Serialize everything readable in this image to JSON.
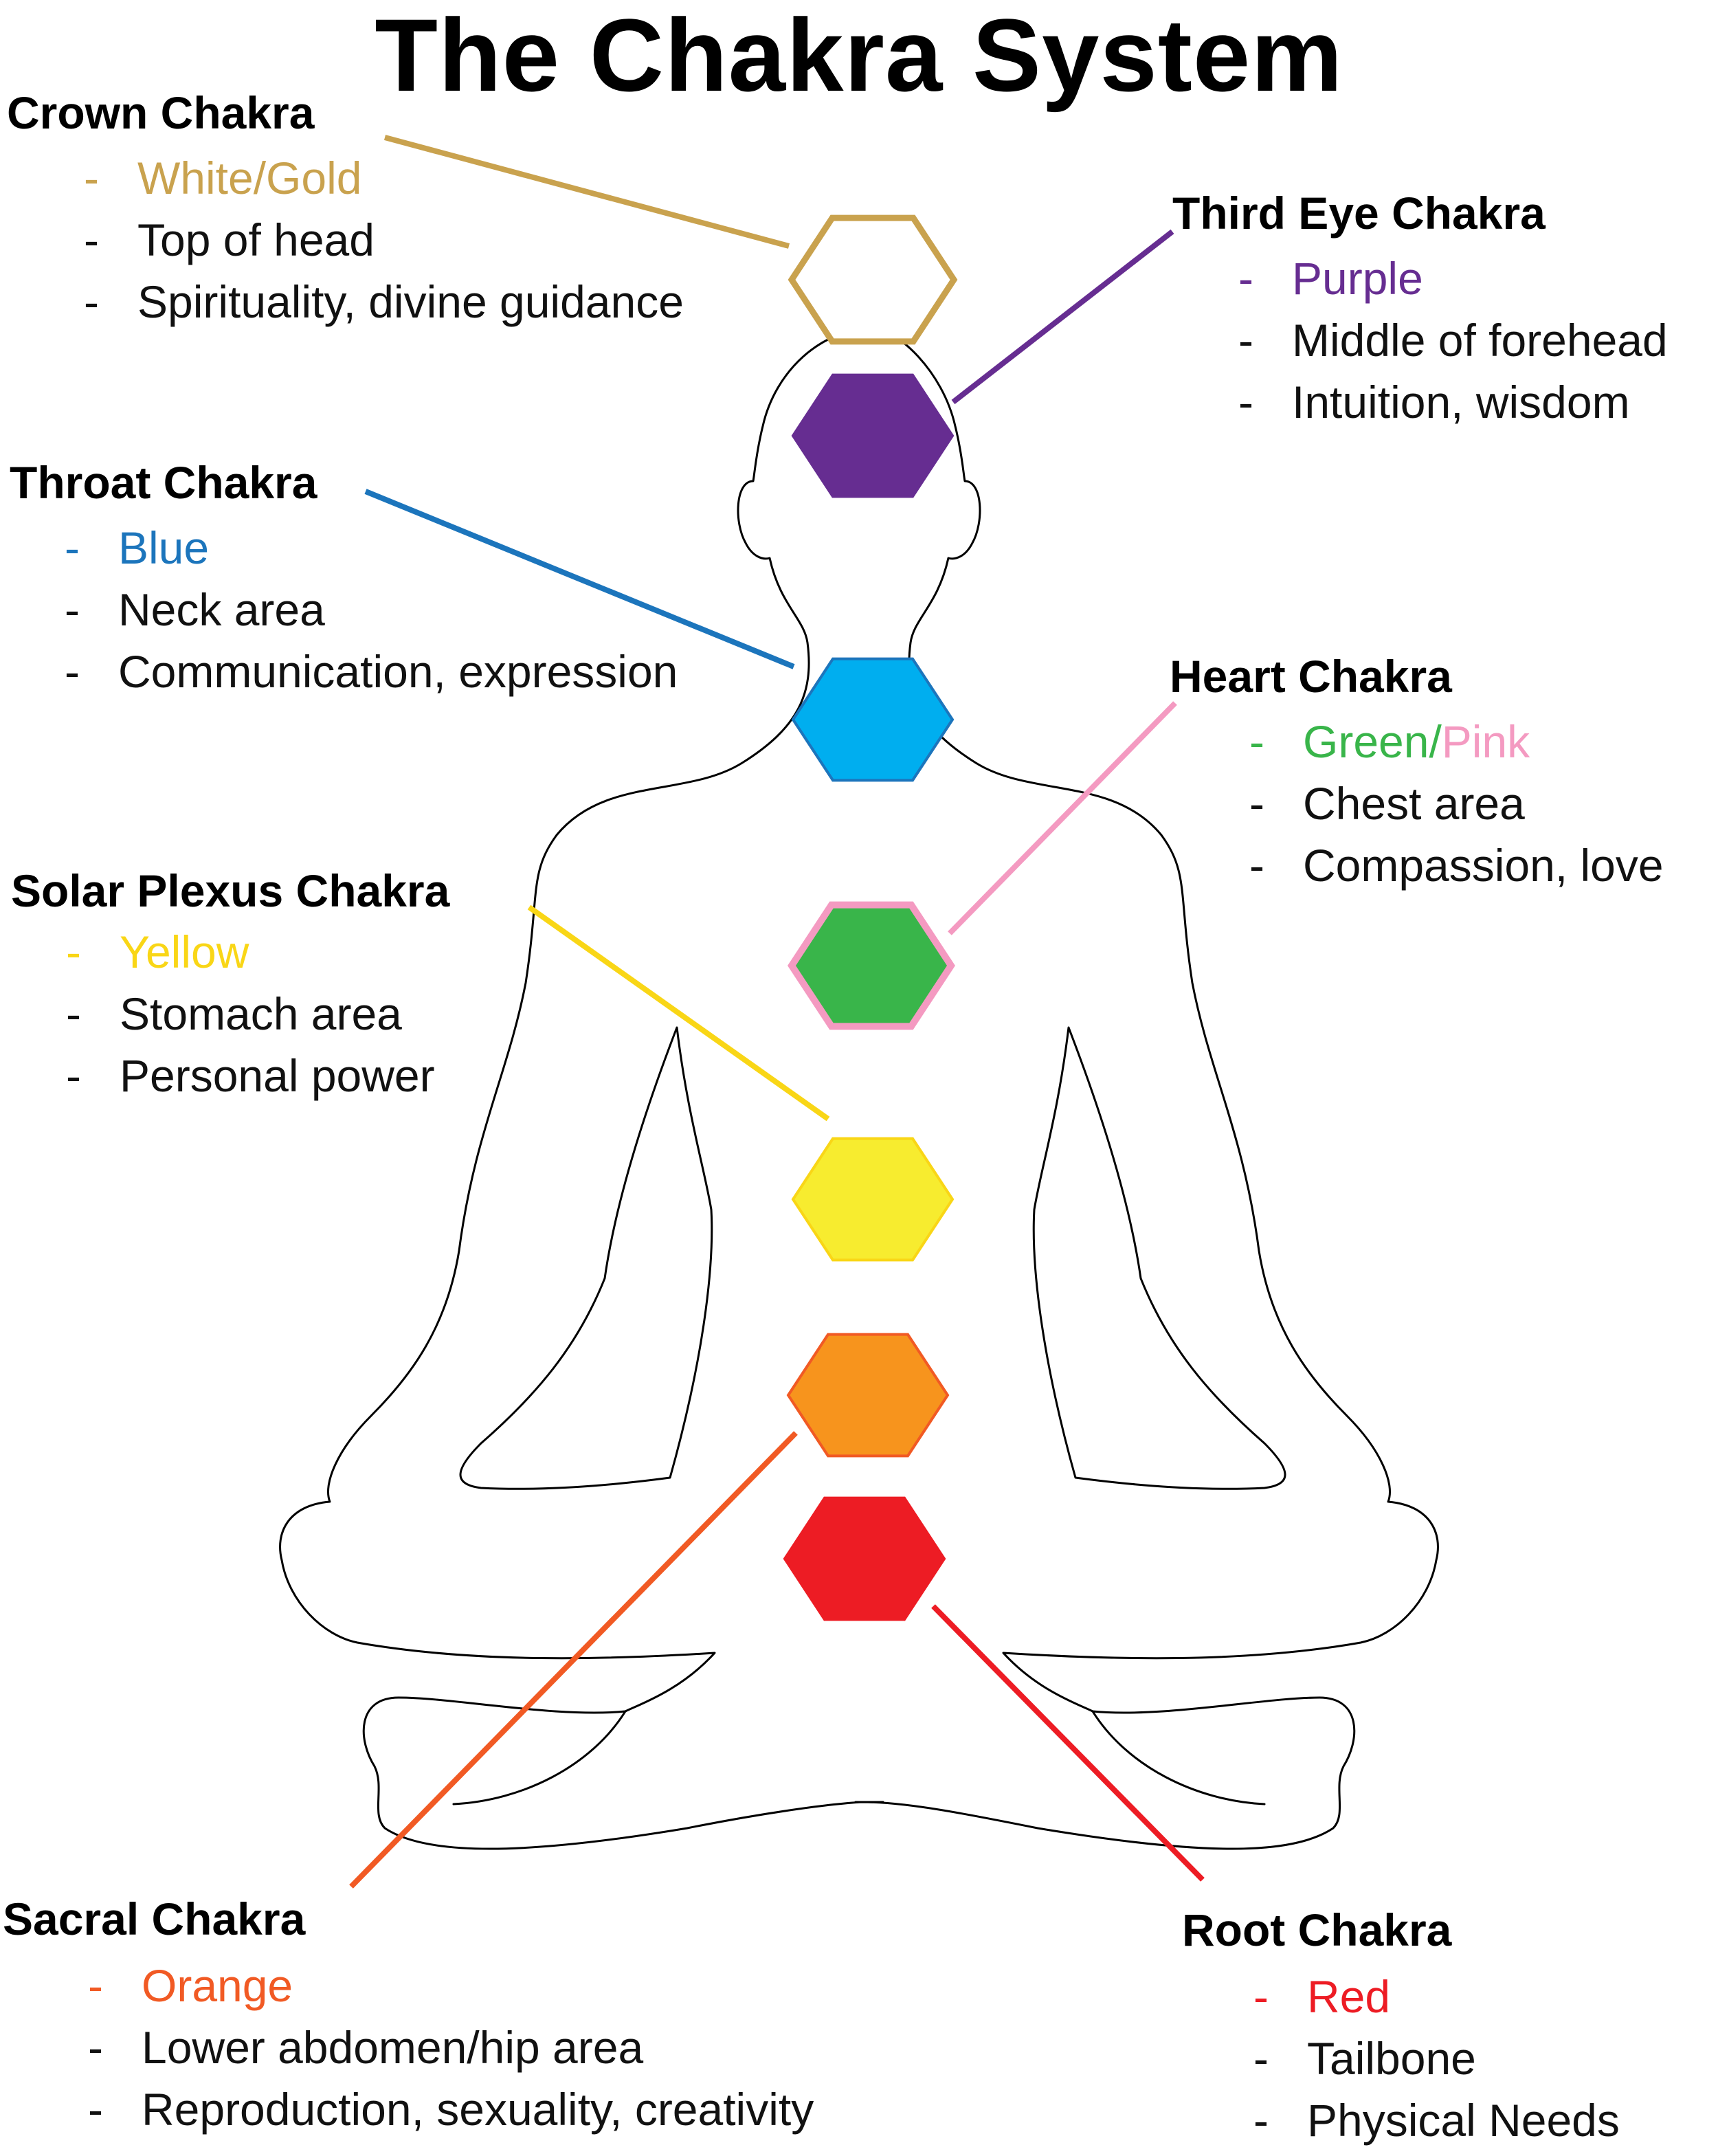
{
  "title": "The Chakra System",
  "chakras": [
    {
      "key": "crown",
      "name": "Crown Chakra",
      "color_label": "White/Gold",
      "location": "Top of head",
      "theme": "Spirituality, divine guidance",
      "label_color": "#c9a24e",
      "fill": "#ffffff",
      "stroke": "#c9a24e"
    },
    {
      "key": "third-eye",
      "name": "Third Eye Chakra",
      "color_label": "Purple",
      "location": "Middle of forehead",
      "theme": "Intuition, wisdom",
      "label_color": "#662d91",
      "fill": "#662d91",
      "stroke": "#662d91"
    },
    {
      "key": "throat",
      "name": "Throat Chakra",
      "color_label": "Blue",
      "location": "Neck area",
      "theme": "Communication, expression",
      "label_color": "#1c75bc",
      "fill": "#00aeef",
      "stroke": "#1c75bc"
    },
    {
      "key": "heart",
      "name": "Heart Chakra",
      "color_label_a": "Green",
      "color_label_sep": "/",
      "color_label_b": "Pink",
      "location": "Chest area",
      "theme": "Compassion, love",
      "label_color": "#39b54a",
      "label_color_b": "#f49ac1",
      "fill": "#39b54a",
      "stroke": "#f49ac1"
    },
    {
      "key": "solar-plexus",
      "name": "Solar Plexus Chakra",
      "color_label": "Yellow",
      "location": "Stomach area",
      "theme": "Personal power",
      "label_color": "#f9d616",
      "fill": "#f7ec2f",
      "stroke": "#f9d616"
    },
    {
      "key": "sacral",
      "name": "Sacral Chakra",
      "color_label": "Orange",
      "location": "Lower abdomen/hip area",
      "theme": "Reproduction, sexuality, creativity",
      "label_color": "#f15a24",
      "fill": "#f7941d",
      "stroke": "#f15a24"
    },
    {
      "key": "root",
      "name": "Root Chakra",
      "color_label": "Red",
      "location": "Tailbone",
      "theme": "Physical Needs",
      "label_color": "#ed1c24",
      "fill": "#ed1c24",
      "stroke": "#ed1c24"
    }
  ],
  "dash": "-"
}
